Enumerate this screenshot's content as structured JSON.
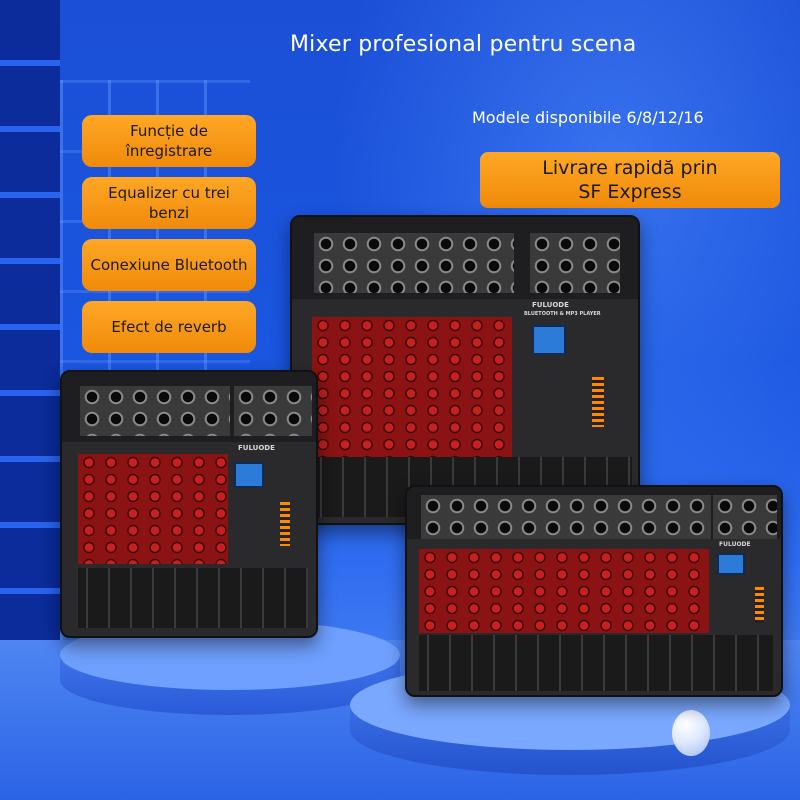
{
  "headline": {
    "title": "Mixer profesional pentru scena",
    "models": "Modele disponibile 6/8/12/16"
  },
  "shipping_badge": {
    "line1": "Livrare rapidă prin",
    "line2": "SF Express"
  },
  "features": [
    {
      "label": "Funcție de înregistrare"
    },
    {
      "label": "Equalizer cu trei benzi"
    },
    {
      "label": "Conexiune Bluetooth"
    },
    {
      "label": "Efect de reverb"
    }
  ],
  "mixers": {
    "brand": "FULUODE",
    "player_label": "BLUETOOTH & MP3 PLAYER"
  },
  "colors": {
    "background": "#1a56e0",
    "badge": "#f59a10",
    "panel": "#2a2a2c",
    "knob_strip": "#8c1313"
  }
}
